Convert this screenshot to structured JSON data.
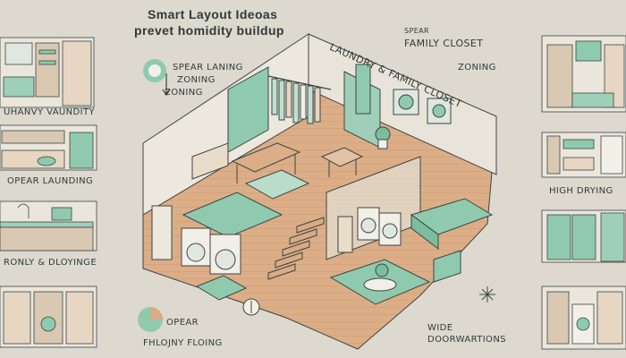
{
  "header": {
    "title_line1": "Smart Layout Ideoas",
    "title_line2": "prevet homidity buildup"
  },
  "labels": {
    "spear_laning": "SPEAR LANING",
    "zoning_1": "ZONING",
    "zoning_2": "ZONING",
    "laundry_family_closet": "LAUNDRY & FAMILY CLOSET",
    "spear_family_closet": "SPEAR",
    "family_closet": "FAMILY CLOSET",
    "zoning_right": "ZONING",
    "uhanvy_vaundity": "UHANVY VAUNDITY",
    "opear_launding": "OPEAR LAUNDING",
    "ronly_dloyinge": "RONLY & DLOYINGE",
    "high_drying": "HIGH DRYING",
    "opear_bottom": "OPEAR",
    "fhlojny_floing": "FHLOJNY FLOING",
    "wide_doorwartions": "WIDE DOORWARTIONS"
  },
  "colors": {
    "background": "#ddd9cf",
    "accent_green": "#8fcaae",
    "wood_floor": "#d9ab84",
    "wall_light": "#ece8de",
    "outline": "#3c4444"
  },
  "icons": [
    "leaf-circle-icon",
    "arrow-down-icon",
    "pie-chart-icon",
    "sparkle-icon",
    "washing-machine-icon",
    "sofa-icon",
    "potted-plant-icon"
  ]
}
